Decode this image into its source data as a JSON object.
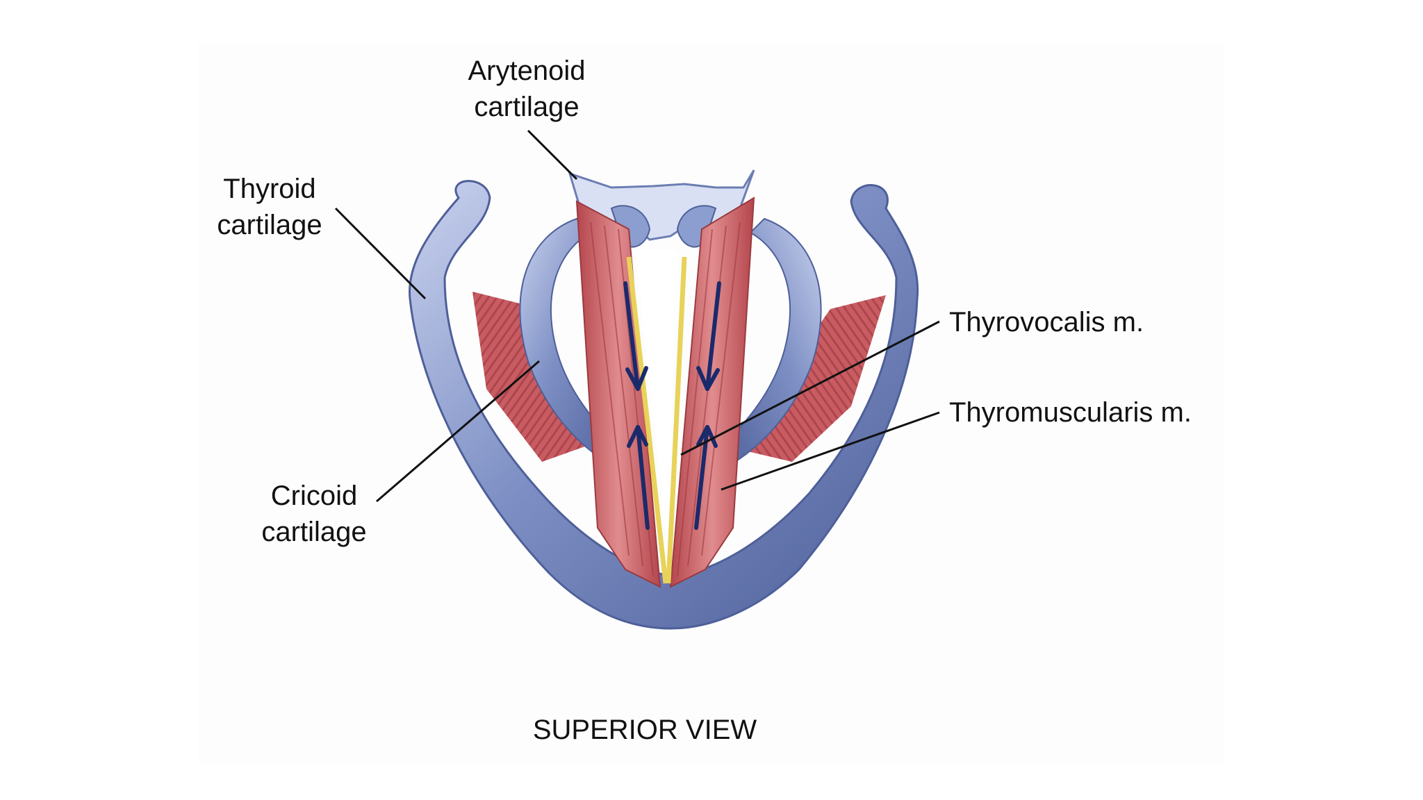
{
  "labels": {
    "arytenoid": {
      "line1": "Arytenoid",
      "line2": "cartilage"
    },
    "thyroid": {
      "line1": "Thyroid",
      "line2": "cartilage"
    },
    "cricoid": {
      "line1": "Cricoid",
      "line2": "cartilage"
    },
    "thyrovocalis": "Thyrovocalis m.",
    "thyromuscularis": "Thyromuscularis m."
  },
  "caption": "SUPERIOR VIEW",
  "colors": {
    "cartilage": "#7d8fc4",
    "cartilage_light": "#c9d2ee",
    "cartilage_dark": "#4e5f99",
    "muscle": "#c5545a",
    "muscle_light": "#e59a9a",
    "ligament": "#e8d25a",
    "arrow": "#1b2a6b",
    "leader_line": "#111111"
  }
}
